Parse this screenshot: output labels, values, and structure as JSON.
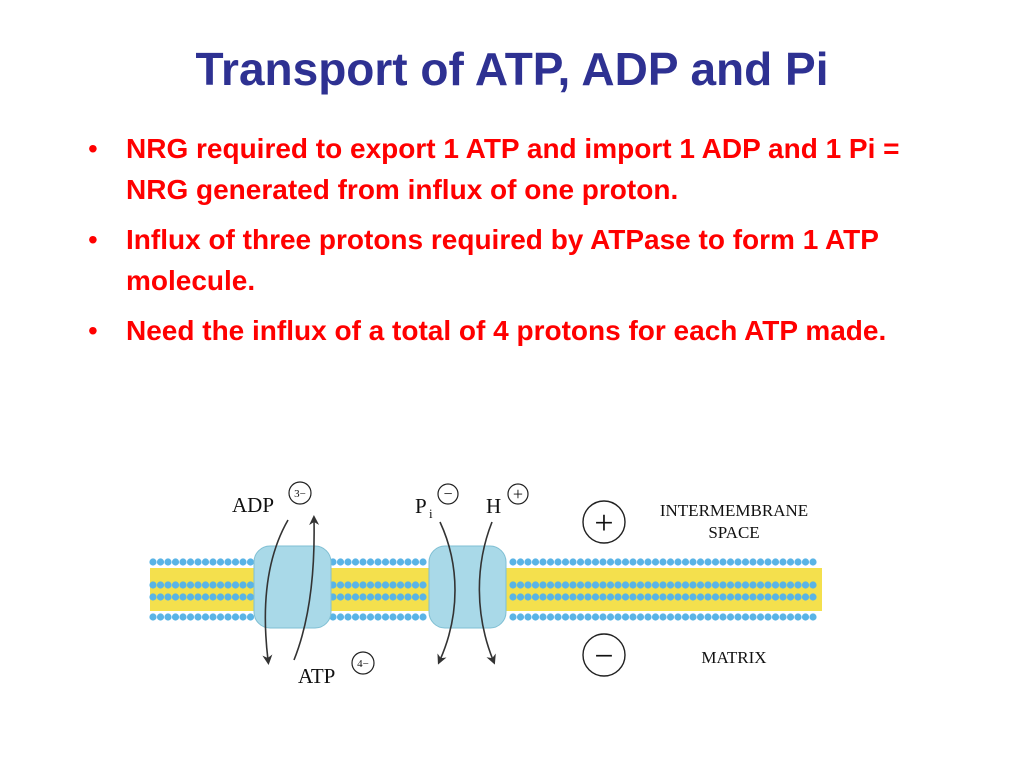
{
  "slide": {
    "title": "Transport of ATP, ADP and Pi",
    "bullets": [
      "NRG required to export 1 ATP and import 1 ADP and 1 Pi  = NRG generated from influx of one proton.",
      "Influx of three protons required by ATPase to form 1 ATP molecule.",
      "Need the influx of a total of 4 protons for each ATP made."
    ],
    "bullet_symbol": "•"
  },
  "diagram": {
    "adp_label": "ADP",
    "adp_charge": "3−",
    "atp_label": "ATP",
    "atp_charge": "4−",
    "pi_label": "P",
    "pi_subscript": "i",
    "pi_charge": "−",
    "h_label": "H",
    "h_charge": "+",
    "plus_sign": "+",
    "minus_sign": "−",
    "intermembrane_line1": "INTERMEMBRANE",
    "intermembrane_line2": "SPACE",
    "matrix_label": "MATRIX"
  },
  "colors": {
    "title": "#2e3192",
    "bullet_text": "#ff0000",
    "lipid_head": "#5ab4e6",
    "lipid_tail": "#f4e04d",
    "transporter": "#a9d9e8"
  }
}
